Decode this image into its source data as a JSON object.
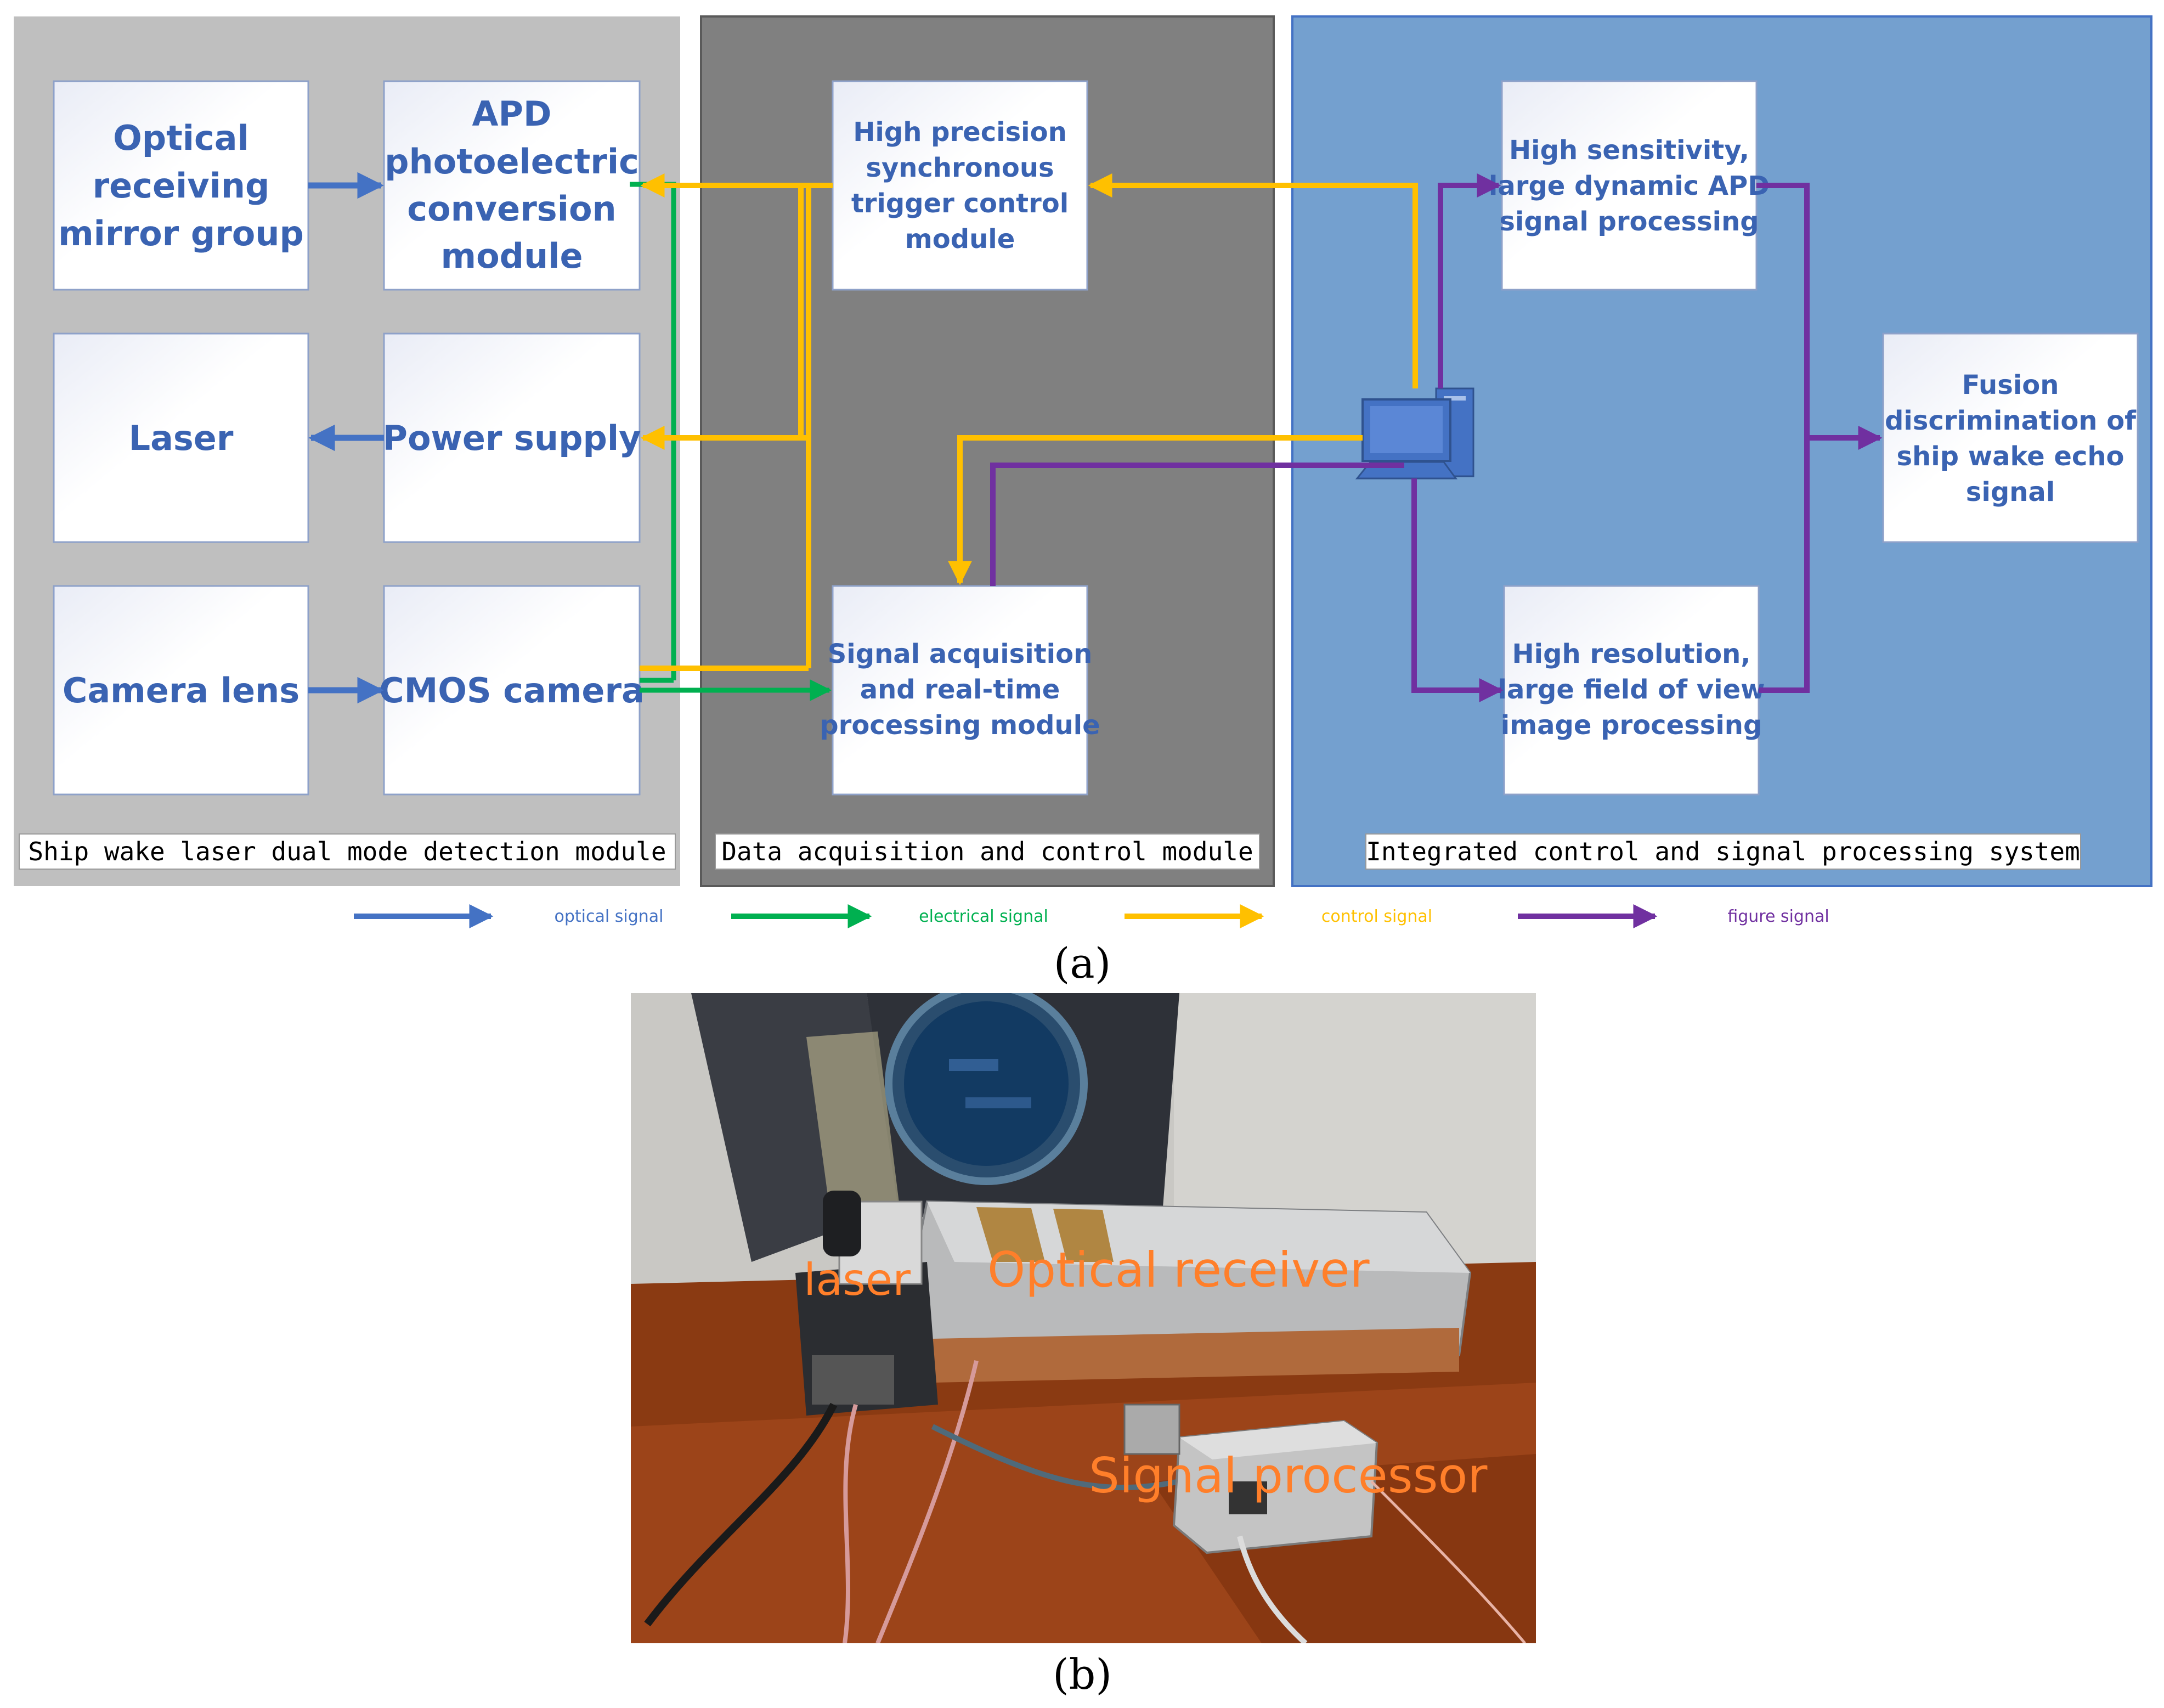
{
  "colors": {
    "optical": "#4472c4",
    "electrical": "#00b050",
    "control": "#ffc000",
    "figure": "#7030a0",
    "box_text": "#3a63b2",
    "panel_left": "#bfbfbf",
    "panel_mid": "#808080",
    "panel_right": "#74a0cf",
    "photo_label": "#ff7f2a"
  },
  "panels": {
    "left": "Ship wake laser dual mode detection module",
    "mid": "Data acquisition and control module",
    "right": "Integrated control and signal processing system"
  },
  "boxes": {
    "optical_mirror": [
      "Optical",
      "receiving",
      "mirror group"
    ],
    "apd": [
      "APD",
      "photoelectric",
      "conversion",
      "module"
    ],
    "laser": [
      "Laser"
    ],
    "power": [
      "Power supply"
    ],
    "camera_lens": [
      "Camera lens"
    ],
    "cmos": [
      "CMOS camera"
    ],
    "trigger": [
      "High precision",
      "synchronous",
      "trigger control",
      "module"
    ],
    "acquisition": [
      "Signal acquisition",
      "and real-time",
      "processing module"
    ],
    "apd_processing": [
      "High sensitivity,",
      "large dynamic APD",
      "signal processing"
    ],
    "image_processing": [
      "High resolution,",
      "large field of view",
      "image processing"
    ],
    "fusion": [
      "Fusion",
      "discrimination of",
      "ship wake echo",
      "signal"
    ]
  },
  "computer_icon": "desktop-computer-icon",
  "legend": {
    "optical": "optical signal",
    "electrical": "electrical signal",
    "control": "control signal",
    "figure": "figure signal"
  },
  "captions": {
    "a": "(a)",
    "b": "(b)"
  },
  "photo_labels": {
    "laser": "laser",
    "receiver": "Optical receiver",
    "processor": "Signal processor"
  }
}
